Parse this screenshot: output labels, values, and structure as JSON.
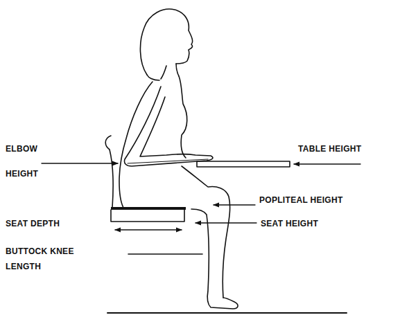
{
  "diagram": {
    "labels": [
      "ELBOW HEIGHT",
      "TABLE HEIGHT",
      "POPLITEAL HEIGHT",
      "SEAT DEPTH",
      "SEAT HEIGHT",
      "BUTTOCK KNEE LENGTH"
    ]
  }
}
